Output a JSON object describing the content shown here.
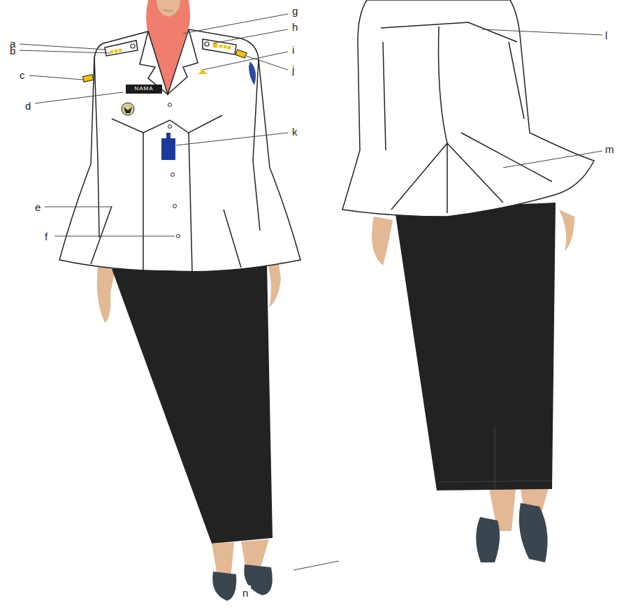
{
  "diagram": {
    "nodes": [
      {
        "text": [
          "NAMA"
        ]
      }
    ],
    "labels": [
      "a",
      "b",
      "c",
      "d",
      "e",
      "f",
      "g",
      "h",
      "i",
      "j",
      "k",
      "l",
      "m",
      "n"
    ]
  }
}
